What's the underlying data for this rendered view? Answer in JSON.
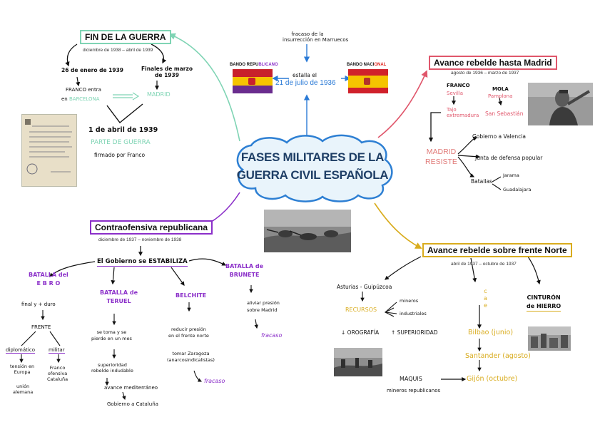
{
  "center": {
    "title_line1": "FASES MILITARES DE LA",
    "title_line2": "GUERRA CIVIL ESPAÑOLA"
  },
  "top": {
    "fracaso_line1": "fracaso de la",
    "fracaso_line2": "insurrección en Marruecos",
    "estalla": "estalla el",
    "date": "21 de julio de 1936",
    "republican_label_a": "BANDO REPU",
    "republican_label_b": "BLICANO",
    "national_label_a": "BANDO NACI",
    "national_label_b": "ONAL"
  },
  "fin": {
    "title": "FIN DE LA GUERRA",
    "sub": "diciembre de 1938 – abril de 1939",
    "enero": "26 de enero de 1939",
    "franco_entra": "FRANCO entra",
    "en": "en",
    "barcelona": "BARCELONA",
    "finales_line1": "Finales de marzo",
    "finales_line2": "de 1939",
    "madrid": "MADRID",
    "abril": "1 de abril de 1939",
    "parte": "PARTE DE GUERRA",
    "firmado": "firmado por Franco"
  },
  "madrid": {
    "title": "Avance rebelde hasta Madrid",
    "sub": "agosto de 1936 – marzo de 1937",
    "franco": "FRANCO",
    "sevilla": "Sevilla",
    "tajo_line1": "Tajo",
    "tajo_line2": "extremadura",
    "mola": "MOLA",
    "pamplona": "Pamplona",
    "sansebastian": "San Sebastián",
    "resiste_line1": "MADRID",
    "resiste_line2": "RESISTE",
    "gobierno": "Gobierno a Valencia",
    "junta": "Junta de defensa popular",
    "batallas": "Batallas",
    "jarama": "Jarama",
    "guadalajara": "Guadalajara"
  },
  "contra": {
    "title": "Contraofensiva republicana",
    "sub": "diciembre de 1937 – noviembre de 1938",
    "gobierno": "El Gobierno se ESTABILIZA",
    "ebro_line1": "BATALLA del",
    "ebro_line2": "E B R O",
    "final": "final y + duro",
    "frente": "FRENTE",
    "diplomatico": "diplomático",
    "militar": "militar",
    "tension_line1": "tensión en",
    "tension_line2": "Europa",
    "union_line1": "unión",
    "union_line2": "alemana",
    "francof_line1": "Franco",
    "francof_line2": "ofensiva",
    "francof_line3": "Cataluña",
    "teruel_line1": "BATALLA de",
    "teruel_line2": "TERUEL",
    "toma_line1": "se toma y se",
    "toma_line2": "pierde en un mes",
    "superioridad_line1": "superioridad",
    "superioridad_line2": "rebelde indudable",
    "avance": "avance mediterráneo",
    "gobiernoc": "Gobierno a Cataluña",
    "belchite": "BELCHITE",
    "reducir_line1": "reducir presión",
    "reducir_line2": "en el frente norte",
    "tomar_line1": "tomar Zaragoza",
    "tomar_line2": "(anarcosindicalistas)",
    "fracaso1": "fracaso",
    "brunete_line1": "BATALLA de",
    "brunete_line2": "BRUNETE",
    "aliviar_line1": "aliviar presión",
    "aliviar_line2": "sobre Madrid",
    "fracaso2": "fracaso"
  },
  "norte": {
    "title": "Avance rebelde sobre frente Norte",
    "sub": "abril de 1937 – octubre de 1937",
    "asturias": "Asturias - Guipúzcoa",
    "recursos": "RECURSOS",
    "mineros": "mineros",
    "industriales": "industriales",
    "orografia": "↓ OROGRAFÍA",
    "superioridad": "↑ SUPERIORIDAD",
    "cae": "cae",
    "cinturon_line1": "CINTURÓN",
    "cinturon_line2": "de HIERRO",
    "bilbao": "Bilbao (junio)",
    "santander": "Santander (agosto)",
    "gijon": "Gijón (octubre)",
    "maquis": "MAQUIS",
    "mineros_rep": "mineros republicanos"
  },
  "colors": {
    "teal": "#7fd4b4",
    "pink": "#e0566b",
    "purple": "#8b2fc9",
    "gold": "#d9ac1e",
    "blue": "#2a7ad6",
    "cloud_border": "#2d7fd3",
    "cloud_fill": "#e9f4fb"
  }
}
